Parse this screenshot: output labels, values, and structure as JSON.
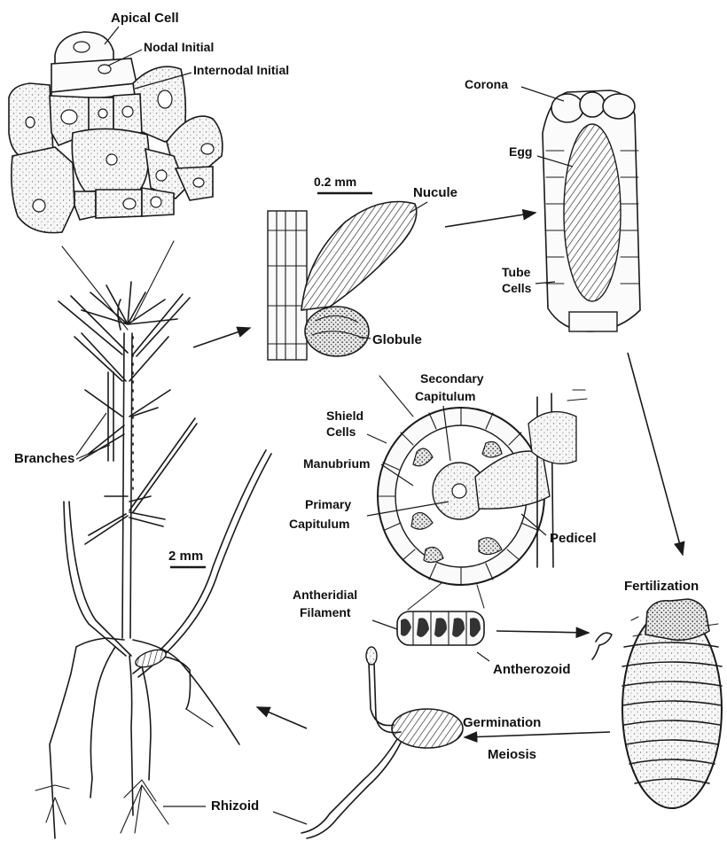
{
  "labels": {
    "apical_cell": "Apical Cell",
    "nodal_initial": "Nodal Initial",
    "internodal_initial": "Internodal Initial",
    "corona": "Corona",
    "egg": "Egg",
    "scale_top": "0.2 mm",
    "nucule": "Nucule",
    "tube_cells_1": "Tube",
    "tube_cells_2": "Cells",
    "globule": "Globule",
    "secondary_1": "Secondary",
    "secondary_2": "Capitulum",
    "shield_1": "Shield",
    "shield_2": "Cells",
    "manubrium": "Manubrium",
    "branches": "Branches",
    "primary_1": "Primary",
    "primary_2": "Capitulum",
    "scale_left": "2 mm",
    "pedicel": "Pedicel",
    "fertilization": "Fertilization",
    "antheridial_1": "Antheridial",
    "antheridial_2": "Filament",
    "antherozoid": "Antherozoid",
    "germination": "Germination",
    "meiosis": "Meiosis",
    "rhizoid": "Rhizoid"
  }
}
